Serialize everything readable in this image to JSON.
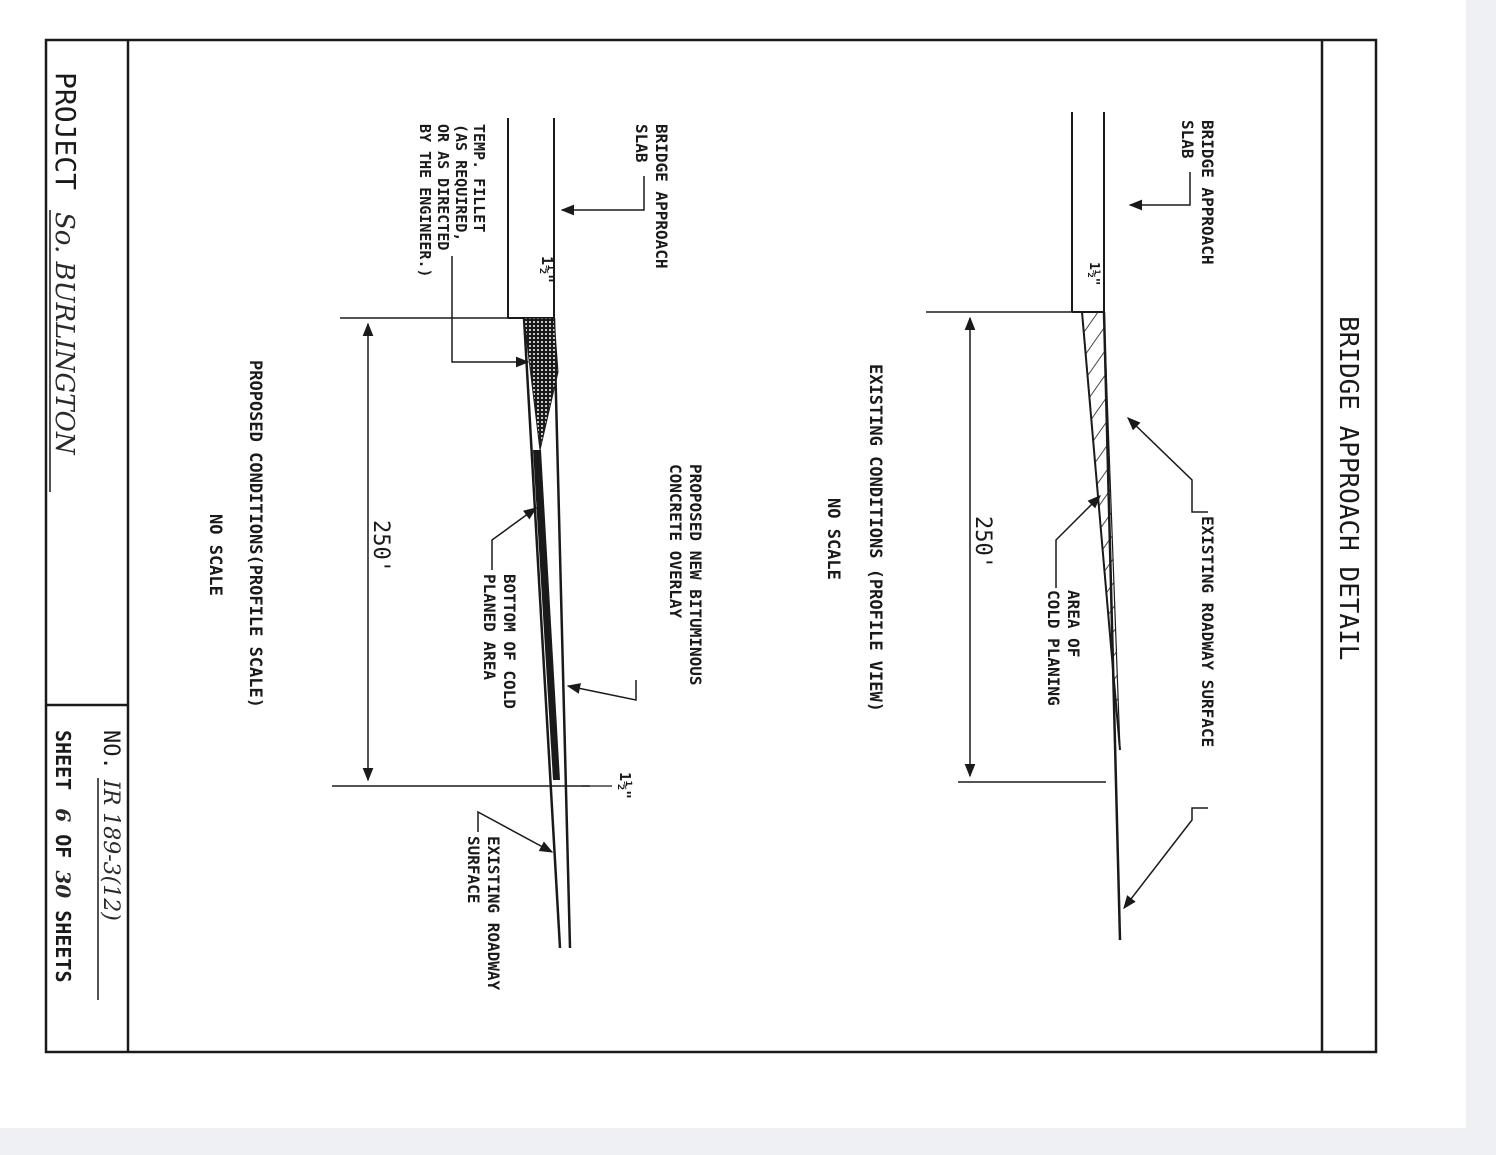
{
  "sheet": {
    "title": "BRIDGE APPROACH DETAIL",
    "project_label": "PROJECT",
    "project_value": "So. BURLINGTON",
    "number_label": "NO.",
    "number_value": "IR 189-3(12)",
    "sheet_prefix": "SHEET",
    "sheet_current": "6",
    "sheet_of": "OF",
    "sheet_total": "30",
    "sheet_suffix": "SHEETS"
  },
  "existing": {
    "caption": "EXISTING CONDITIONS (PROFILE VIEW)",
    "scale": "NO SCALE",
    "slab_label_1": "BRIDGE APPROACH",
    "slab_label_2": "SLAB",
    "surface_label": "EXISTING ROADWAY SURFACE",
    "cold_plane_label_1": "AREA OF",
    "cold_plane_label_2": "COLD PLANING",
    "depth_label": "1½\"",
    "length_label": "250'"
  },
  "proposed": {
    "caption": "PROPOSED CONDITIONS(PROFILE SCALE)",
    "scale": "NO SCALE",
    "slab_label_1": "BRIDGE APPROACH",
    "slab_label_2": "SLAB",
    "fillet_label_1": "TEMP. FILLET",
    "fillet_label_2": "(AS REQUIRED,",
    "fillet_label_3": "OR AS DIRECTED",
    "fillet_label_4": "BY THE ENGINEER.)",
    "overlay_label_1": "PROPOSED NEW BITUMINOUS",
    "overlay_label_2": "CONCRETE OVERLAY",
    "bottom_label_1": "BOTTOM OF COLD",
    "bottom_label_2": "PLANED AREA",
    "surface_label_1": "EXISTING ROADWAY",
    "surface_label_2": "SURFACE",
    "depth_top_label": "1½\"",
    "depth_end_label": "1½\"",
    "length_label": "250'"
  }
}
